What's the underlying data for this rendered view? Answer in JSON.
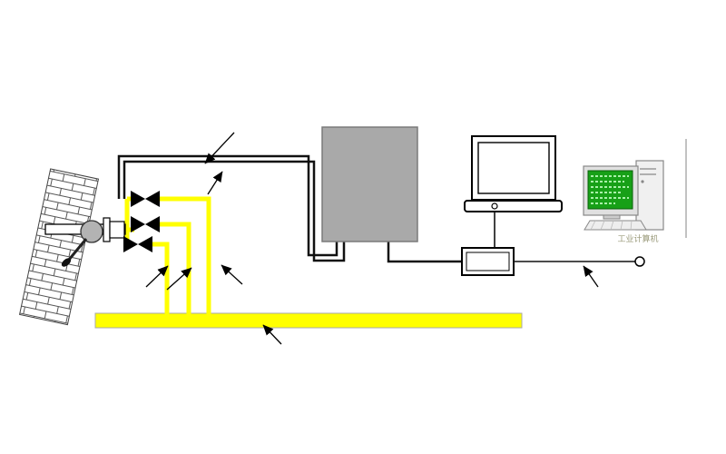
{
  "diagram": {
    "type": "process-instrumentation-schematic",
    "computer_label": "工业计算机",
    "colors": {
      "pipe_yellow": "#FFFF00",
      "cabinet_gray": "#A9A9A9",
      "screen_green": "#17A017",
      "cable_black": "#111111",
      "background": "#FFFFFF"
    },
    "components": {
      "wall": "brick-wall",
      "probe": "sampling-probe-ball-valve",
      "valves": "valve-manifold",
      "valve_count": 3,
      "cables": "signal-cables",
      "cabinet": "analyzer-cabinet",
      "heated_line": "heated-sample-line",
      "laptop": "laptop-monitor",
      "junction": "junction-box",
      "terminal": "terminal-connector",
      "computer": "industrial-computer"
    },
    "annotation_arrow_count": 7
  }
}
